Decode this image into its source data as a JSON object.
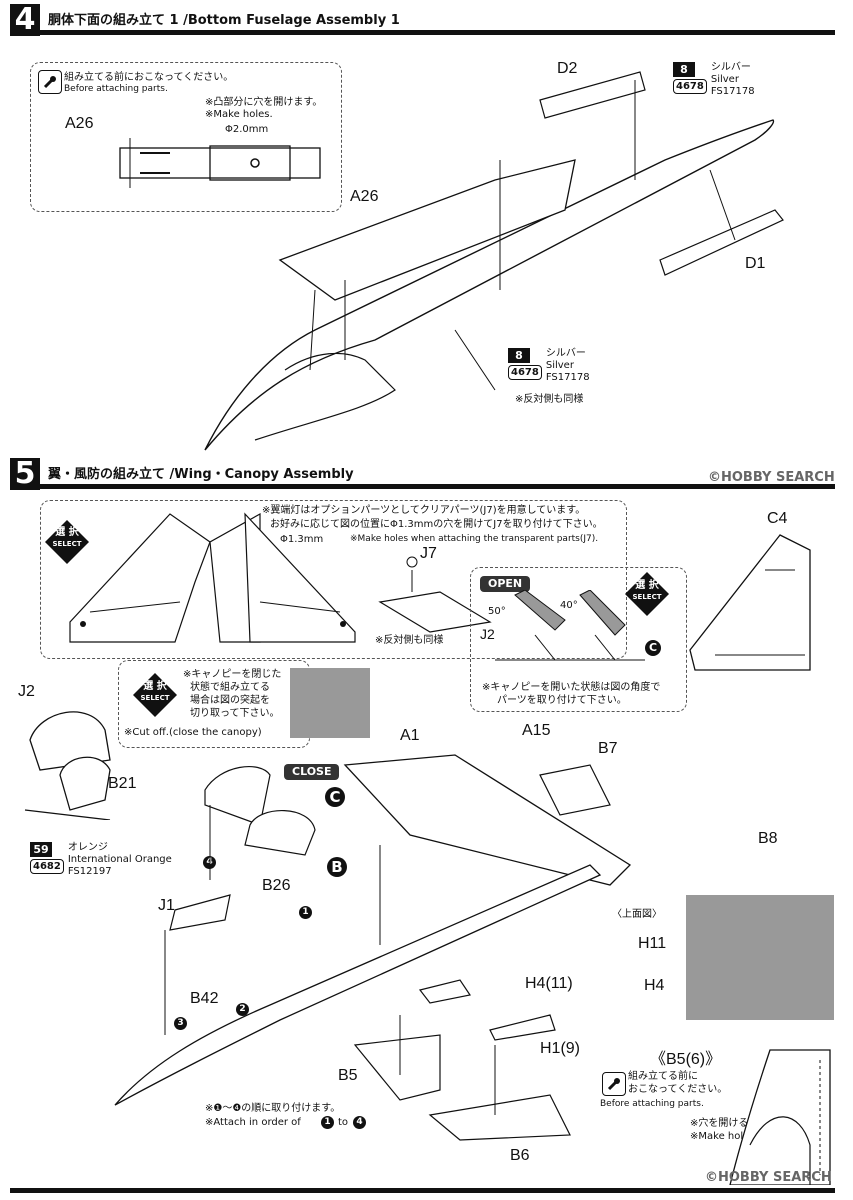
{
  "step4": {
    "number": "4",
    "title": "胴体下面の組み立て 1 /Bottom Fuselage Assembly 1",
    "box_note_jp": "組み立てる前におこなってください。",
    "box_note_en": "Before attaching parts.",
    "hole_note_jp": "※凸部分に穴を開けます。",
    "hole_note_en": "※Make holes.",
    "hole_size": "Φ2.0mm",
    "parts": [
      "A26",
      "A26",
      "D2",
      "D1"
    ],
    "paint_1": {
      "num": "8",
      "jp": "シルバー",
      "en": "Silver",
      "code": "4678",
      "fs": "FS17178"
    },
    "paint_2": {
      "num": "8",
      "jp": "シルバー",
      "en": "Silver",
      "code": "4678",
      "fs": "FS17178"
    },
    "opposite_note": "※反対側も同様"
  },
  "step5": {
    "number": "5",
    "title": "翼・風防の組み立て /Wing・Canopy Assembly",
    "select_jp": "選 択",
    "select_en": "SELECT",
    "wing_note_1": "※翼端灯はオプションパーツとしてクリアパーツ(J7)を用意しています。",
    "wing_note_2": "お好みに応じて図の位置にΦ1.3mmの穴を開けてJ7を取り付けて下さい。",
    "hole_size": "Φ1.3mm",
    "wing_note_en": "※Make holes when attaching the transparent parts(J7).",
    "part_j7": "J7",
    "opposite_note": "※反対側も同様",
    "open_label": "OPEN",
    "angle_50": "50°",
    "angle_40": "40°",
    "part_j2_open": "J2",
    "open_note_1": "※キャノピーを開いた状態は図の角度で",
    "open_note_2": "パーツを取り付けて下さい。",
    "cut_note_1": "※キャノピーを閉じた",
    "cut_note_2": "状態で組み立てる",
    "cut_note_3": "場合は図の突起を",
    "cut_note_4": "切り取って下さい。",
    "cut_note_en": "※Cut off.(close the canopy)",
    "close_label": "CLOSE",
    "circle_b": "B",
    "circle_c": "C",
    "parts": {
      "j2": "J2",
      "b21": "B21",
      "c4": "C4",
      "a1": "A1",
      "a15": "A15",
      "b7": "B7",
      "b8": "B8",
      "b26": "B26",
      "j1": "J1",
      "b42": "B42",
      "h4_11": "H4(11)",
      "h1_9": "H1(9)",
      "b5": "B5",
      "b6": "B6",
      "b5_6": "《B5(6)》",
      "h11": "H11",
      "h4": "H4"
    },
    "paint_orange": {
      "num": "59",
      "jp": "オレンジ",
      "en": "International Orange",
      "code": "4682",
      "fs": "FS12197"
    },
    "top_view": "〈上面図〉",
    "order_note_jp": "※❶～❹の順に取り付けます。",
    "order_note_en_1": "※Attach in order of",
    "order_note_en_2": "to",
    "order_1": "1",
    "order_4": "4",
    "step_numbers": [
      "1",
      "2",
      "3",
      "4"
    ],
    "b5_note_jp_1": "組み立てる前に",
    "b5_note_jp_2": "おこなってください。",
    "b5_note_en": "Before attaching parts.",
    "b5_hole_jp": "※穴を開ける。",
    "b5_hole_en": "※Make holes."
  },
  "watermark_1": "©HOBBY SEARCH",
  "watermark_2": "©HOBBY SEARCH"
}
